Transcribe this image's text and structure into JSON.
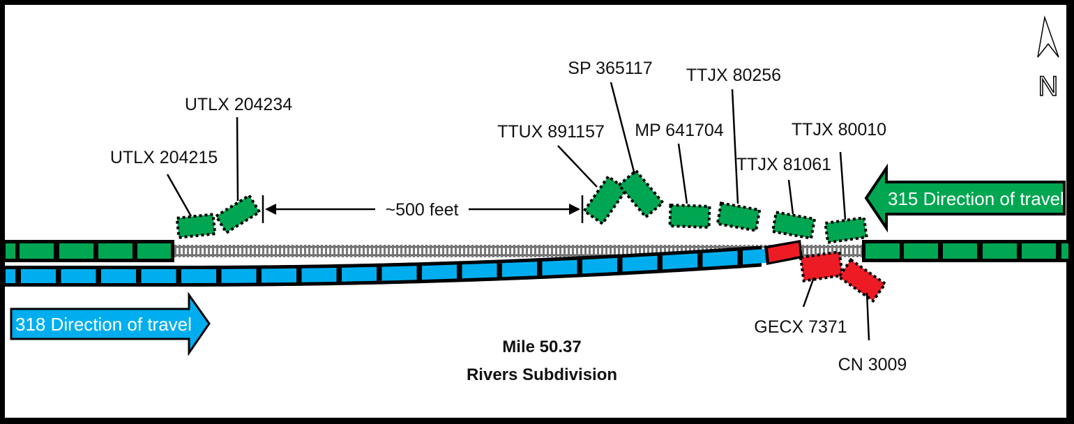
{
  "colors": {
    "green": "#00a651",
    "blue": "#00aeef",
    "red": "#ed1c24",
    "track": "#777777"
  },
  "compass": {
    "label": "N"
  },
  "distance_label": "~500 feet",
  "location": {
    "mile": "Mile 50.37",
    "subdivision": "Rivers Subdivision"
  },
  "trains": {
    "t315": {
      "label": "315 Direction of travel"
    },
    "t318": {
      "label": "318 Direction of travel"
    }
  },
  "cars": [
    {
      "id": "UTLX 204215"
    },
    {
      "id": "UTLX 204234"
    },
    {
      "id": "TTUX 891157"
    },
    {
      "id": "SP 365117"
    },
    {
      "id": "MP 641704"
    },
    {
      "id": "TTJX 80256"
    },
    {
      "id": "TTJX 81061"
    },
    {
      "id": "TTJX 80010"
    },
    {
      "id": "GECX 7371"
    },
    {
      "id": "CN 3009"
    }
  ]
}
